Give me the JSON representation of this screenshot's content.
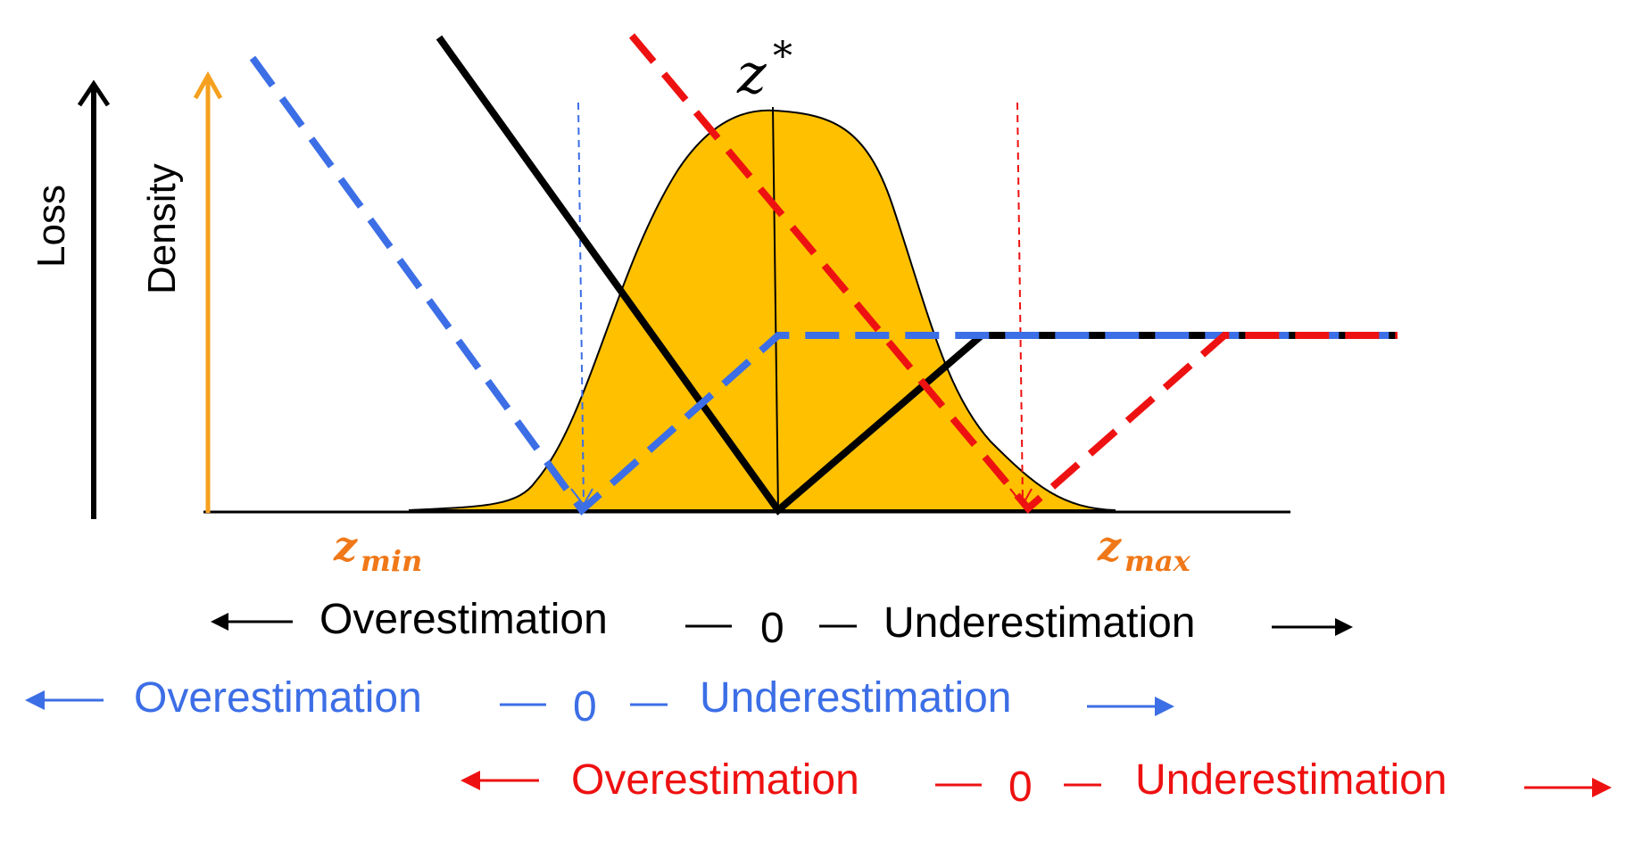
{
  "axes": {
    "loss_label": "Loss",
    "density_label": "Density"
  },
  "markers": {
    "z_star_base": "z",
    "z_star_sup": "*",
    "z_min_base": "z",
    "z_min_sub": "min",
    "z_max_base": "z",
    "z_max_sub": "max"
  },
  "scales": {
    "black": {
      "left": "Overestimation",
      "center": "0",
      "right": "Underestimation"
    },
    "blue": {
      "left": "Overestimation",
      "center": "0",
      "right": "Underestimation"
    },
    "red": {
      "left": "Overestimation",
      "center": "0",
      "right": "Underestimation"
    }
  },
  "colors": {
    "black": "#000000",
    "blue": "#3c6ee6",
    "red": "#ee1111",
    "orange_axis": "#f5a01e",
    "density_fill": "#ffc000",
    "zlabel_orange": "#f07818"
  }
}
